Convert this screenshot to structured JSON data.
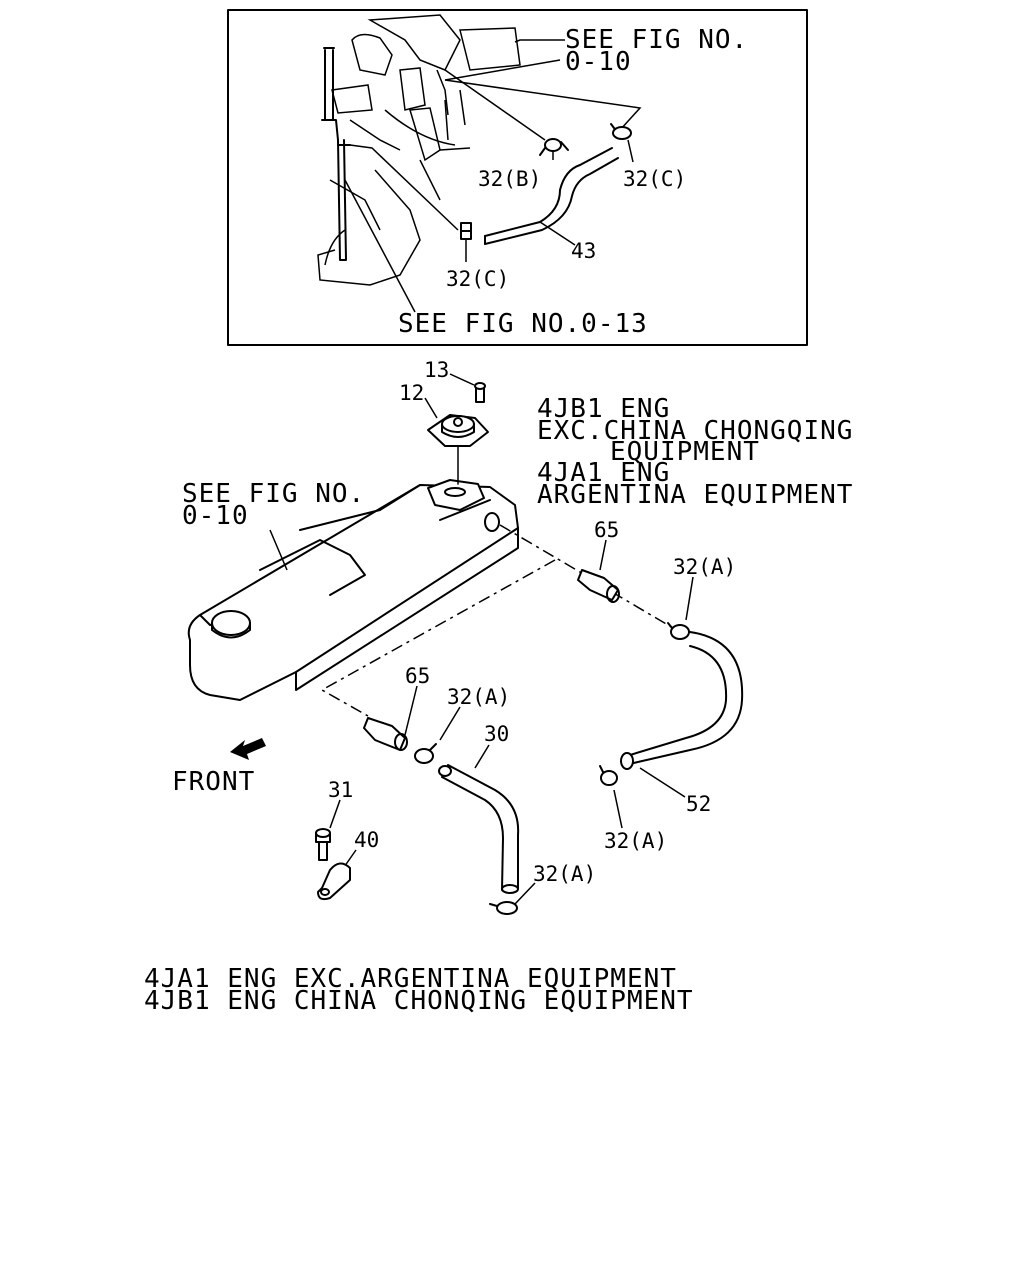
{
  "inset": {
    "see_top_line1": "SEE FIG NO.",
    "see_top_line2": "0-10",
    "see_bottom": "SEE FIG NO.0-13",
    "callouts": {
      "c32b": "32(B)",
      "c32c_right": "32(C)",
      "c32c_bottom": "32(C)",
      "c43": "43"
    }
  },
  "main": {
    "callouts": {
      "c13": "13",
      "c12": "12",
      "c65_upper": "65",
      "c32a_upper": "32(A)",
      "c65_lower": "65",
      "c32a_mid": "32(A)",
      "c30": "30",
      "c52": "52",
      "c32a_right": "32(A)",
      "c31": "31",
      "c40": "40",
      "c32a_bottom": "32(A)"
    },
    "see_left_line1": "SEE FIG NO.",
    "see_left_line2": "0-10",
    "front": "FRONT",
    "note_upper": [
      "4JB1 ENG",
      "EXC.CHINA CHONGQING",
      "EQUIPMENT",
      "4JA1 ENG",
      "ARGENTINA EQUIPMENT"
    ],
    "note_lower": [
      "4JA1 ENG EXC.ARGENTINA EQUIPMENT",
      "4JB1 ENG CHINA CHONQING EQUIPMENT"
    ]
  }
}
